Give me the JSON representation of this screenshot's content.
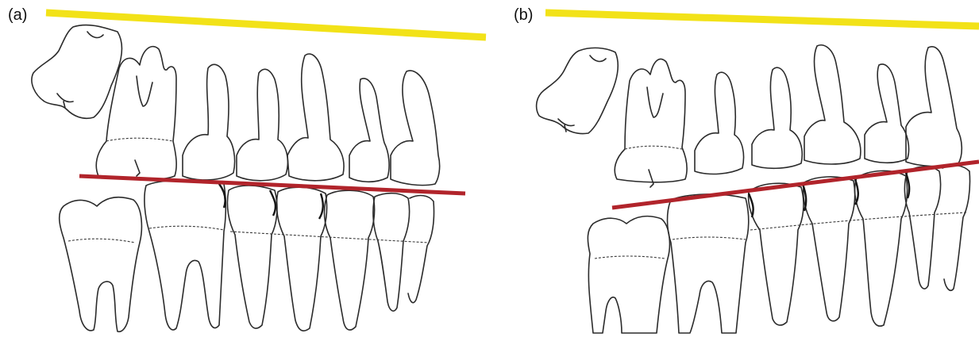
{
  "figure": {
    "panels": [
      {
        "id": "a",
        "label": "(a)"
      },
      {
        "id": "b",
        "label": "(b)"
      }
    ],
    "colors": {
      "reference_line": "#f2e218",
      "occlusal_line": "#b1242b",
      "outline": "#2b2b2b"
    }
  }
}
